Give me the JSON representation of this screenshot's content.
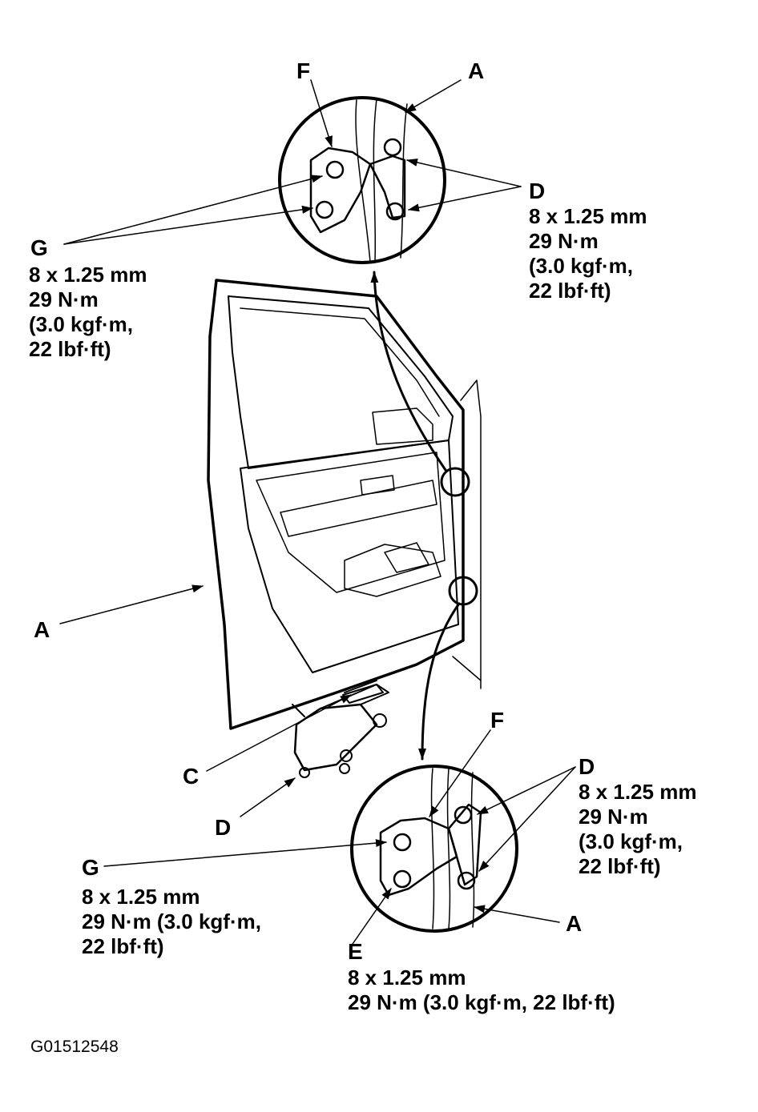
{
  "labels": {
    "F_top": "F",
    "A_top": "A",
    "D_top": "D",
    "G_top": "G",
    "A_left": "A",
    "C": "C",
    "D_jack": "D",
    "F_bottom": "F",
    "D_bottom": "D",
    "G_bottom": "G",
    "A_bottom": "A",
    "E": "E"
  },
  "specs": {
    "D_top": [
      "8 x 1.25 mm",
      "29 N·m",
      "(3.0 kgf·m,",
      "22 lbf·ft)"
    ],
    "G_top": [
      "8 x 1.25 mm",
      "29 N·m",
      "(3.0 kgf·m,",
      "22 lbf·ft)"
    ],
    "D_bottom": [
      "8 x 1.25 mm",
      "29 N·m",
      "(3.0 kgf·m,",
      "22 lbf·ft)"
    ],
    "G_bottom": [
      "8 x 1.25 mm",
      "29 N·m (3.0 kgf·m,",
      "22 lbf·ft)"
    ],
    "E": [
      "8 x 1.25 mm",
      "29 N·m (3.0 kgf·m, 22 lbf·ft)"
    ]
  },
  "figure_id": "G01512548",
  "colors": {
    "ink": "#000000",
    "paper": "#ffffff"
  }
}
